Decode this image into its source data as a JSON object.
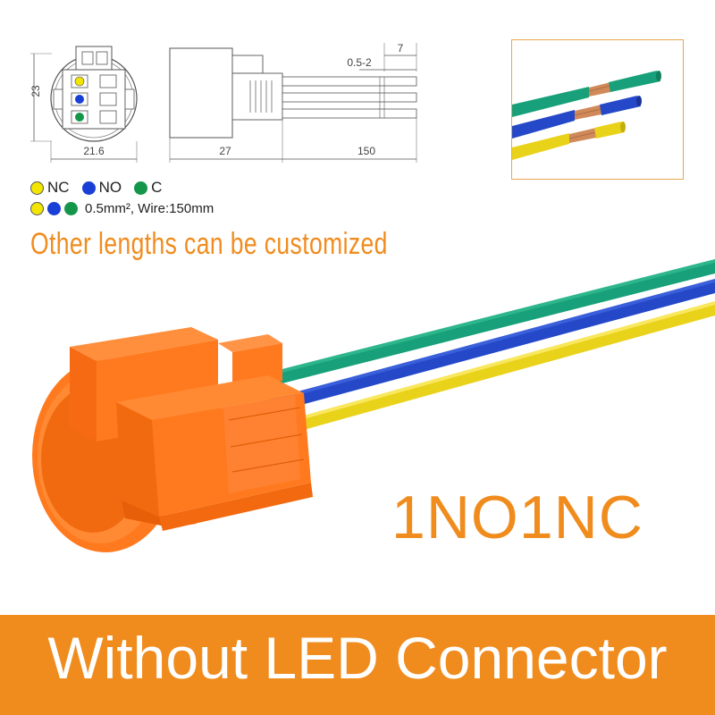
{
  "drawing": {
    "dim_height": "23",
    "dim_width": "21.6",
    "dim_body": "27",
    "dim_wire": "150",
    "dim_strip": "0.5-2",
    "dim_tip": "7"
  },
  "legend": {
    "items": [
      {
        "label": "NC",
        "color": "#f2e600"
      },
      {
        "label": "NO",
        "color": "#1a3fd6"
      },
      {
        "label": "C",
        "color": "#14964a"
      }
    ],
    "wire_spec": "0.5mm², Wire:150mm"
  },
  "custom_note": "Other lengths can be customized",
  "type_label": "1NO1NC",
  "banner": "Without LED Connector",
  "colors": {
    "accent": "#f08c1e",
    "connector": "#ff7a1f",
    "wire_green": "#17a079",
    "wire_blue": "#2448c8",
    "wire_yellow": "#e9d21a",
    "copper": "#d08a5a"
  }
}
